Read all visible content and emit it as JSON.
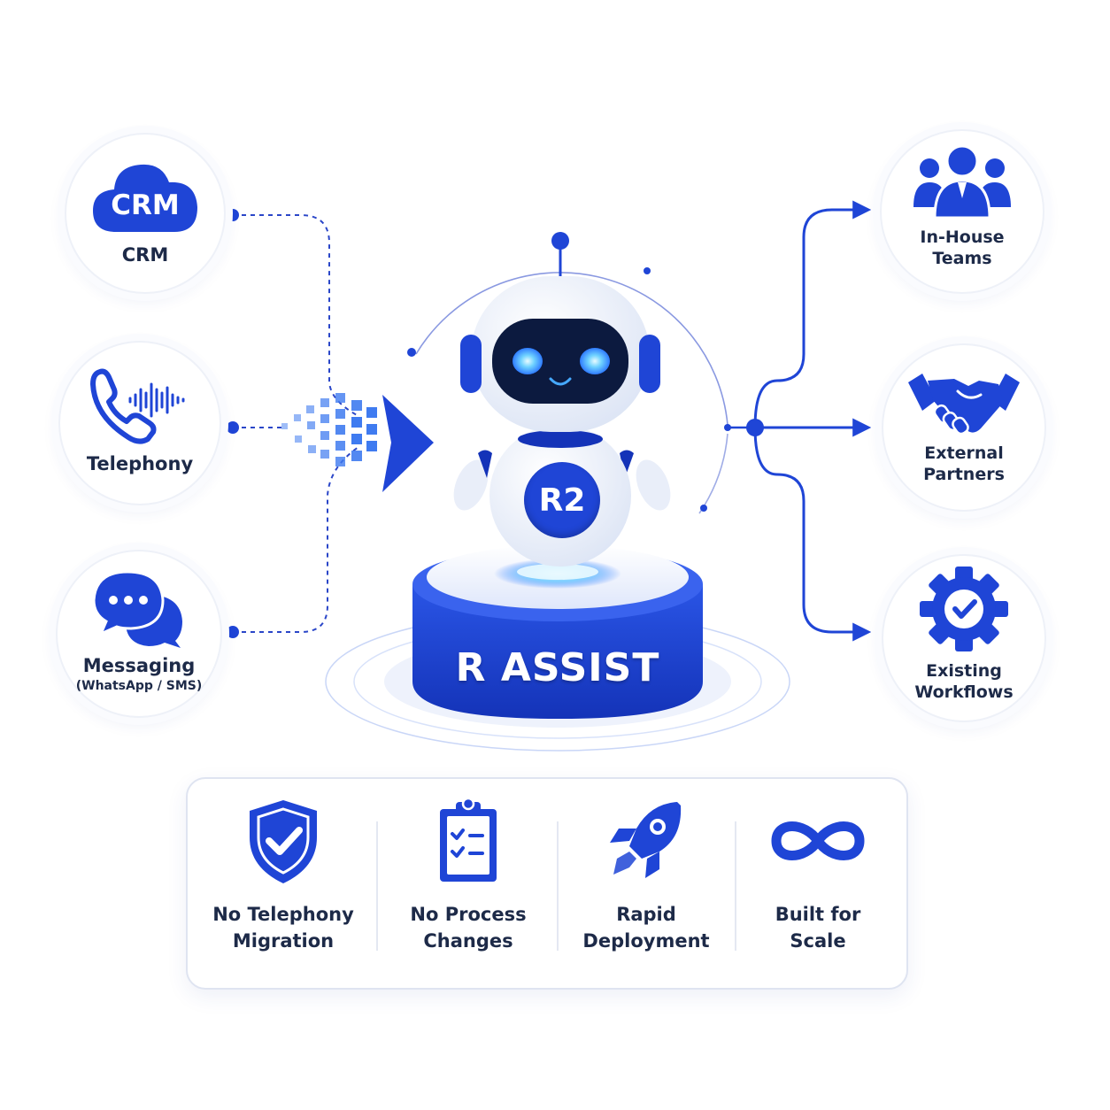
{
  "inputs": [
    {
      "label": "CRM",
      "icon": "cloud-icon",
      "cloud_text": "CRM"
    },
    {
      "label": "Telephony",
      "icon": "phone-soundwave-icon"
    },
    {
      "label": "Messaging",
      "sublabel": "(WhatsApp / SMS)",
      "icon": "chat-bubbles-icon"
    }
  ],
  "center": {
    "bot_badge": "R2",
    "platform_label": "R ASSIST",
    "icon": "robot-icon"
  },
  "outputs": [
    {
      "line1": "In-House",
      "line2": "Teams",
      "icon": "team-icon"
    },
    {
      "line1": "External",
      "line2": "Partners",
      "icon": "handshake-icon"
    },
    {
      "line1": "Existing",
      "line2": "Workflows",
      "icon": "gear-check-icon"
    }
  ],
  "features": [
    {
      "line1": "No Telephony",
      "line2": "Migration",
      "icon": "shield-check-icon"
    },
    {
      "line1": "No Process",
      "line2": "Changes",
      "icon": "clipboard-checklist-icon"
    },
    {
      "line1": "Rapid",
      "line2": "Deployment",
      "icon": "rocket-icon"
    },
    {
      "line1": "Built for",
      "line2": "Scale",
      "icon": "infinity-icon"
    }
  ],
  "colors": {
    "brand_blue": "#1f45d6",
    "dark_blue": "#1433b8",
    "glow": "#4fb4ff",
    "text": "#1d2a48"
  }
}
